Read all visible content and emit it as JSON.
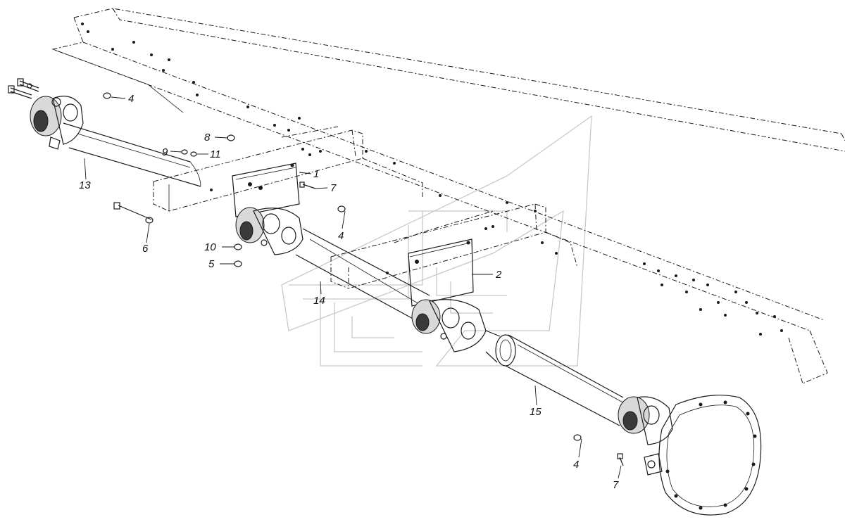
{
  "labels": {
    "l1": "1",
    "l2": "2",
    "l4a": "4",
    "l4b": "4",
    "l4c": "4",
    "l5": "5",
    "l6": "6",
    "l7a": "7",
    "l7b": "7",
    "l8": "8",
    "l9": "9",
    "l10": "10",
    "l11": "11",
    "l13": "13",
    "l14": "14",
    "l15": "15"
  },
  "colors": {
    "ink": "#1a1a1a",
    "watermark": "#c8c8c8",
    "background": "#ffffff"
  }
}
